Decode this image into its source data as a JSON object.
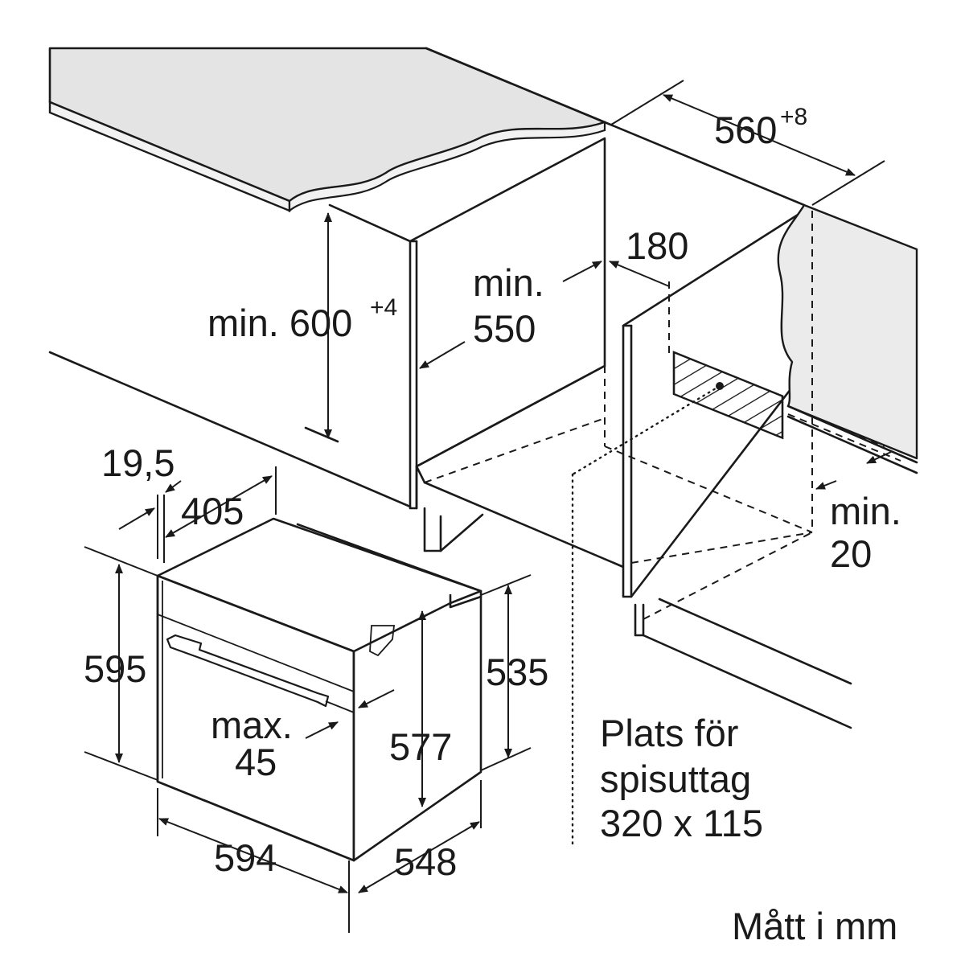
{
  "colors": {
    "ink": "#1a1a1a",
    "paper": "#ffffff",
    "counter_top": "#e4e4e4",
    "counter_edge": "#f2f2f2",
    "cabinet_wall": "#ebebeb"
  },
  "cabinet": {
    "width_main": "560",
    "width_sup": "+8",
    "height_prefix": "min. 600",
    "height_sup": "+4",
    "depth_line1": "min.",
    "depth_line2": "550",
    "offset": "180",
    "gap_line1": "min.",
    "gap_line2": "20"
  },
  "oven": {
    "front_depth": "19,5",
    "top_depth": "405",
    "height": "595",
    "body_height": "535",
    "inner_height": "577",
    "handle_line1": "max.",
    "handle_line2": "45",
    "width": "594",
    "depth": "548"
  },
  "socket_note": {
    "line1": "Plats för",
    "line2": "spisuttag",
    "line3": "320 x 115"
  },
  "units_note": "Mått i mm",
  "icons": {
    "arrow": "dimension-arrowhead-icon",
    "socket": "hatched-socket-icon"
  }
}
